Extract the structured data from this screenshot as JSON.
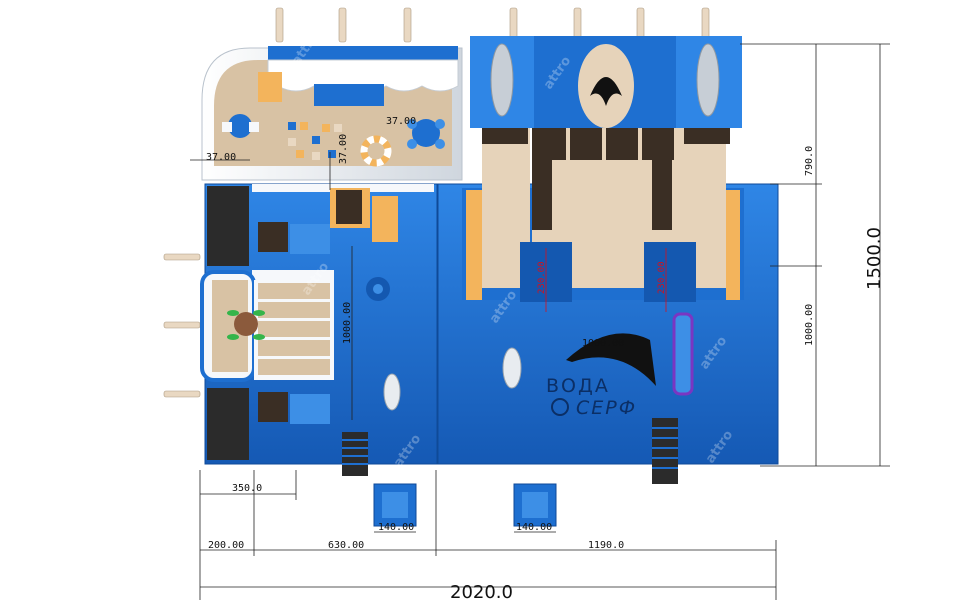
{
  "brand": {
    "line1": "ВОДА",
    "line2": "СЕРФ"
  },
  "watermark": "attro",
  "colors": {
    "blue": "#1e6fd0",
    "blue_dark": "#1458b0",
    "light_blue": "#3d8fe6",
    "white": "#f6f8fb",
    "beige": "#e6d3ba",
    "orange": "#f3b45c",
    "dark": "#2b2b2b",
    "red": "#d8101a"
  },
  "dimensions": {
    "total_width": "2020.0",
    "total_height": "1500.0",
    "left_block": "200.00",
    "middle_block": "630.00",
    "right_block": "1190.0",
    "pool_left": "140.00",
    "pool_right": "140.00",
    "bottom_left_offset": "350.0",
    "top_part": "790.0",
    "right_lower": "1000.00",
    "center_height": "1000.00",
    "right_mid": "1000.00",
    "small_a": "37.00",
    "small_b": "37.00",
    "small_c": "37.00",
    "slide_a": "230.00",
    "slide_b": "230.00"
  }
}
